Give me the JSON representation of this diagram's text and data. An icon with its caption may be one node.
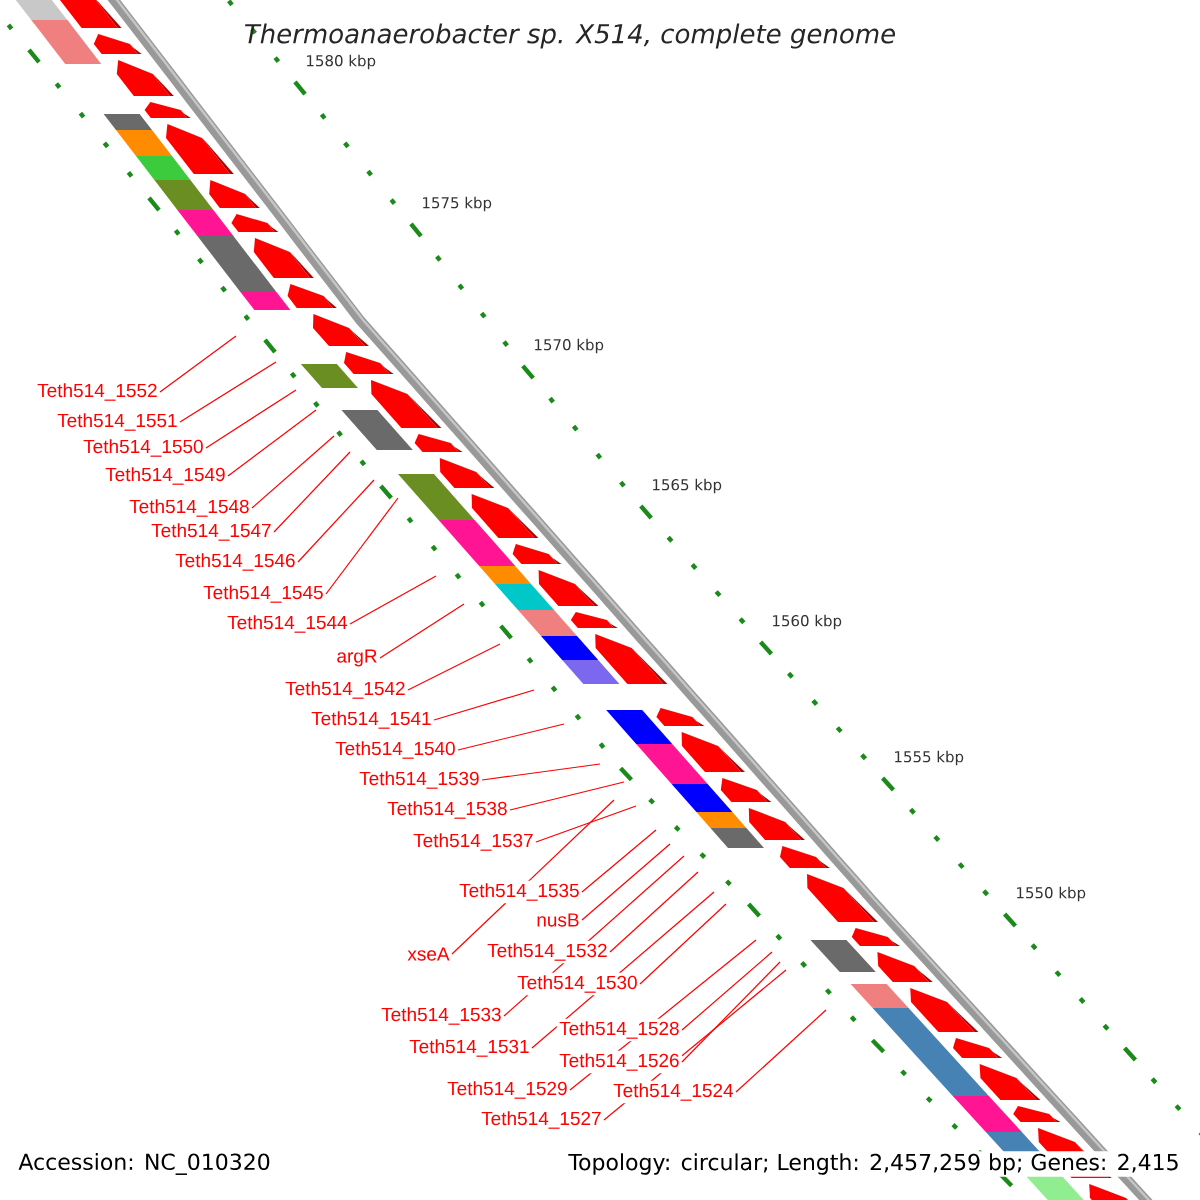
{
  "diagram": {
    "title": "Thermoanaerobacter sp. X514, complete genome",
    "nodes": [
      {
        "text": [
          "Teth514_1552"
        ]
      },
      {
        "text": [
          "Teth514_1551"
        ]
      },
      {
        "text": [
          "Teth514_1550"
        ]
      },
      {
        "text": [
          "Teth514_1549"
        ]
      },
      {
        "text": [
          "Teth514_1548"
        ]
      },
      {
        "text": [
          "Teth514_1547"
        ]
      },
      {
        "text": [
          "Teth514_1546"
        ]
      },
      {
        "text": [
          "Teth514_1545"
        ]
      },
      {
        "text": [
          "Teth514_1544"
        ]
      },
      {
        "text": [
          "argR"
        ]
      },
      {
        "text": [
          "Teth514_1542"
        ]
      },
      {
        "text": [
          "Teth514_1541"
        ]
      },
      {
        "text": [
          "Teth514_1540"
        ]
      },
      {
        "text": [
          "Teth514_1539"
        ]
      },
      {
        "text": [
          "Teth514_1538"
        ]
      },
      {
        "text": [
          "Teth514_1537"
        ]
      },
      {
        "text": [
          "Teth514_1535"
        ]
      },
      {
        "text": [
          "nusB"
        ]
      },
      {
        "text": [
          "xseA"
        ]
      },
      {
        "text": [
          "Teth514_1532"
        ]
      },
      {
        "text": [
          "Teth514_1530"
        ]
      },
      {
        "text": [
          "Teth514_1533"
        ]
      },
      {
        "text": [
          "Teth514_1528"
        ]
      },
      {
        "text": [
          "Teth514_1531"
        ]
      },
      {
        "text": [
          "Teth514_1526"
        ]
      },
      {
        "text": [
          "Teth514_1529"
        ]
      },
      {
        "text": [
          "Teth514_1524"
        ]
      },
      {
        "text": [
          "Teth514_1527"
        ]
      }
    ],
    "edges": [
      {
        "from": 0,
        "to": null,
        "arrow": "none"
      },
      {
        "from": 1,
        "to": null,
        "arrow": "none"
      },
      {
        "from": 2,
        "to": null,
        "arrow": "none"
      },
      {
        "from": 3,
        "to": null,
        "arrow": "none"
      },
      {
        "from": 4,
        "to": null,
        "arrow": "none"
      },
      {
        "from": 5,
        "to": null,
        "arrow": "none"
      },
      {
        "from": 6,
        "to": null,
        "arrow": "none"
      },
      {
        "from": 7,
        "to": null,
        "arrow": "none"
      },
      {
        "from": 8,
        "to": null,
        "arrow": "none"
      },
      {
        "from": 9,
        "to": null,
        "arrow": "none"
      },
      {
        "from": 10,
        "to": null,
        "arrow": "none"
      },
      {
        "from": 11,
        "to": null,
        "arrow": "none"
      },
      {
        "from": 12,
        "to": null,
        "arrow": "none"
      },
      {
        "from": 13,
        "to": null,
        "arrow": "none"
      },
      {
        "from": 14,
        "to": null,
        "arrow": "none"
      },
      {
        "from": 15,
        "to": null,
        "arrow": "none"
      },
      {
        "from": 16,
        "to": null,
        "arrow": "none"
      },
      {
        "from": 17,
        "to": null,
        "arrow": "none"
      },
      {
        "from": 18,
        "to": null,
        "arrow": "none"
      },
      {
        "from": 19,
        "to": null,
        "arrow": "none"
      },
      {
        "from": 20,
        "to": null,
        "arrow": "none"
      },
      {
        "from": 21,
        "to": null,
        "arrow": "none"
      },
      {
        "from": 22,
        "to": null,
        "arrow": "none"
      },
      {
        "from": 23,
        "to": null,
        "arrow": "none"
      },
      {
        "from": 24,
        "to": null,
        "arrow": "none"
      },
      {
        "from": 25,
        "to": null,
        "arrow": "none"
      },
      {
        "from": 26,
        "to": null,
        "arrow": "none"
      },
      {
        "from": 27,
        "to": null,
        "arrow": "none"
      }
    ],
    "labels": [
      "1580 kbp",
      "1575 kbp",
      "1570 kbp",
      "1565 kbp",
      "1560 kbp",
      "1555 kbp",
      "1550 kbp",
      "Accession: NC_010320",
      "Topology: circular; Length: 2,457,259 bp; Genes: 2,415"
    ]
  }
}
